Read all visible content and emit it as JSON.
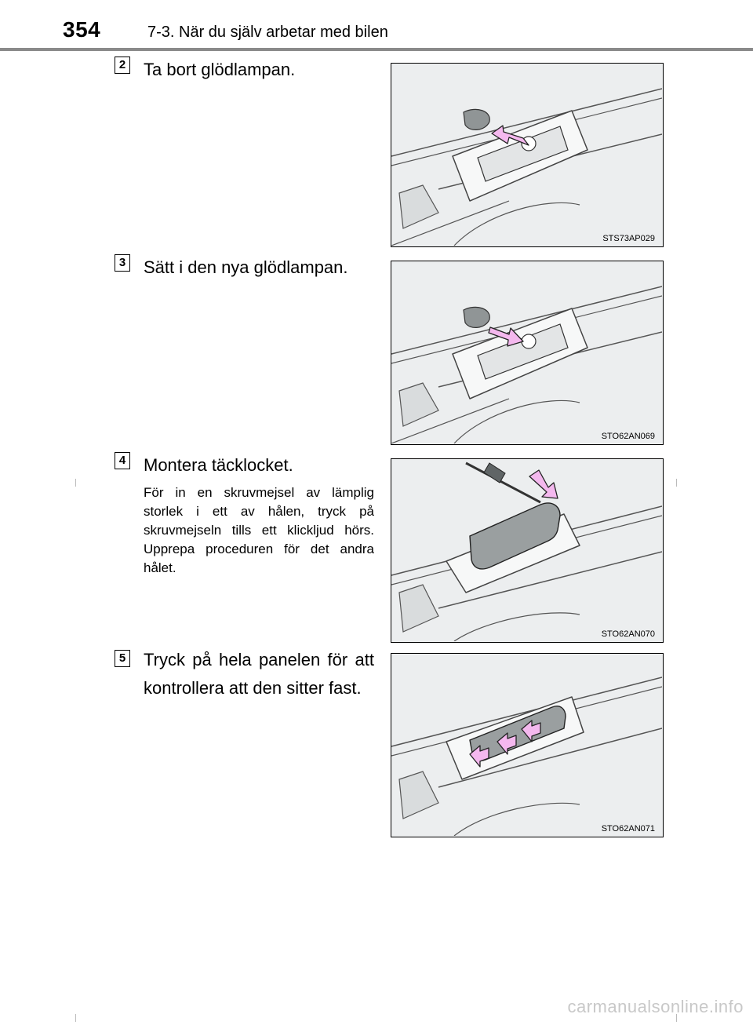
{
  "header": {
    "page_number": "354",
    "section": "7-3. När du själv arbetar med bilen"
  },
  "steps": [
    {
      "number": "2",
      "heading": "Ta bort glödlampan.",
      "figure_code": "STS73AP029"
    },
    {
      "number": "3",
      "heading": "Sätt i den nya glödlampan.",
      "figure_code": "STO62AN069"
    },
    {
      "number": "4",
      "heading": "Montera täcklocket.",
      "note": "För in en skruvmejsel av lämplig storlek i ett av hålen, tryck på skruvmejseln tills ett klickljud hörs. Upprepa proceduren för det andra hålet.",
      "figure_code": "STO62AN070"
    },
    {
      "number": "5",
      "heading": "Tryck på hela panelen för att kontrollera att den sitter fast.",
      "figure_code": "STO62AN071"
    }
  ],
  "colors": {
    "arrow_fill": "#f4b8ee",
    "figure_background": "#eceeef",
    "header_rule": "#8a8a8a"
  },
  "footer": {
    "watermark": "carmanualsonline.info"
  }
}
